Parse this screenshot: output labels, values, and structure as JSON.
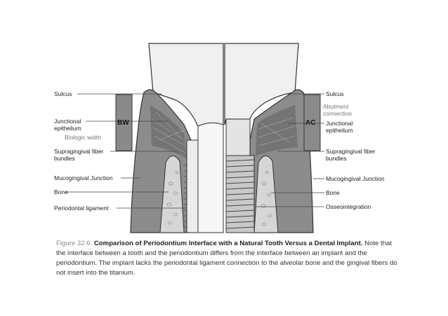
{
  "left_labels": {
    "sulcus": "Sulcus",
    "junctional_line1": "Junctional",
    "junctional_line2": "epithelium",
    "biologic_width": "Biologic width",
    "supragingival_line1": "Supragingival fiber",
    "supragingival_line2": "bundles",
    "mucogingival": "Mucogingival Junction",
    "bone": "Bone",
    "periodontal_ligament": "Periodontal ligament"
  },
  "right_labels": {
    "sulcus": "Sulcus",
    "abutment_line1": "Abutment",
    "abutment_line2": "connection",
    "junctional_line1": "Junctional",
    "junctional_line2": "epithelium",
    "supragingival_line1": "Supragingival fiber",
    "supragingival_line2": "bundles",
    "mucogingival": "Mucogingival Junction",
    "bone": "Bone",
    "osseointegration": "Osseointegration"
  },
  "boxes": {
    "left": "BW",
    "right": "AC"
  },
  "caption": {
    "figure_number": "Figure 32.6.",
    "title": "Comparison of Periodontium Interface with a Natural Tooth Versus a Dental Implant.",
    "body": "Note that the interface between a tooth and the periodontium differs from the interface between an implant and the periodontium. The implant lacks the periodontal ligament connection to the alveolar bone and the gingival fibers do not insert into the titanium."
  },
  "colors": {
    "gingiva": "#8c8c8c",
    "gingiva_dark": "#5a5a5a",
    "bone": "#d6d6d6",
    "tooth": "#f2f2f2",
    "box": "#8a8a8a",
    "implant": "#c8c8c8"
  }
}
